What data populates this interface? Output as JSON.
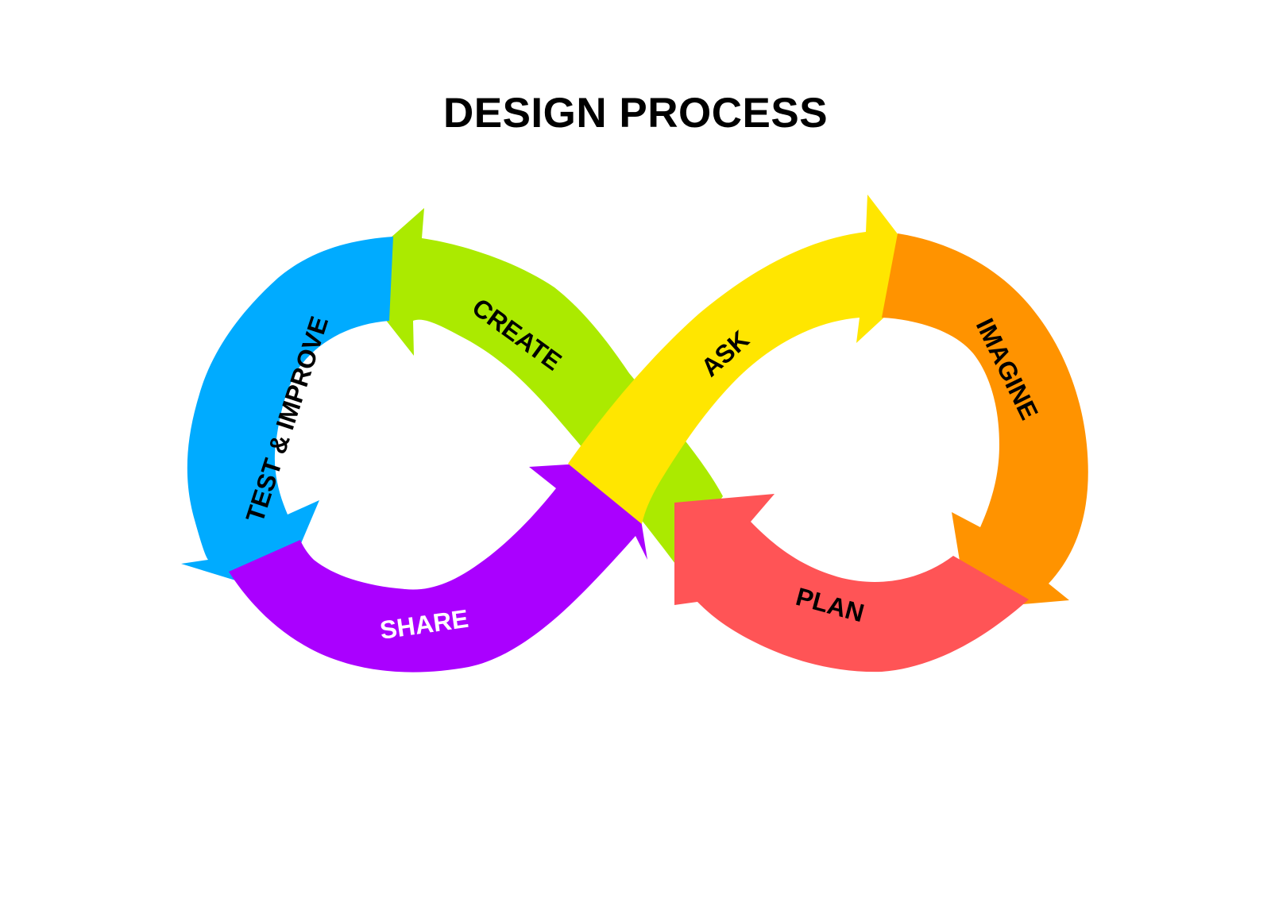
{
  "title": "DESIGN PROCESS",
  "steps": [
    {
      "key": "ask",
      "label": "ASK",
      "color": "#FFE600",
      "text_color": "#000000"
    },
    {
      "key": "imagine",
      "label": "IMAGINE",
      "color": "#FF9300",
      "text_color": "#000000"
    },
    {
      "key": "plan",
      "label": "PLAN",
      "color": "#FF5456",
      "text_color": "#000000"
    },
    {
      "key": "create",
      "label": "CREATE",
      "color": "#ABEA00",
      "text_color": "#000000"
    },
    {
      "key": "test_improve",
      "label": "TEST & IMPROVE",
      "color": "#00ABFF",
      "text_color": "#000000"
    },
    {
      "key": "share",
      "label": "SHARE",
      "color": "#AA00FF",
      "text_color": "#FFFFFF"
    }
  ]
}
